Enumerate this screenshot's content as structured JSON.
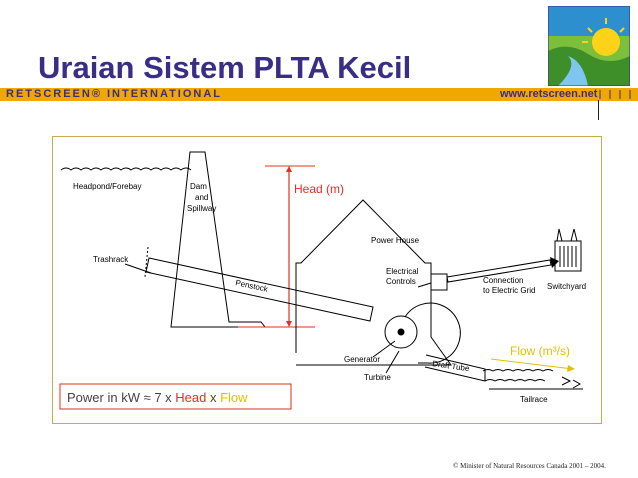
{
  "header": {
    "title": "Uraian Sistem PLTA Kecil",
    "brand": "RETSCREEN® INTERNATIONAL",
    "url": "www.retscreen.net"
  },
  "diagram": {
    "labels": {
      "headpond": "Headpond/Forebay",
      "dam": "Dam",
      "and": "and",
      "spillway": "Spillway",
      "trashrack": "Trashrack",
      "penstock": "Penstock",
      "head": "Head (m)",
      "power_house": "Power House",
      "electrical": "Electrical",
      "controls": "Controls",
      "connection": "Connection",
      "electric_grid": "to Electric Grid",
      "switchyard": "Switchyard",
      "generator": "Generator",
      "turbine": "Turbine",
      "draft_tube": "Draft Tube",
      "flow": "Flow (m³/s)",
      "tailrace": "Tailrace"
    },
    "formula": {
      "prefix": "Power in kW ≈ 7 x ",
      "head": "Head",
      "mid": " x ",
      "flow": "Flow"
    }
  },
  "colors": {
    "title": "#3a2d86",
    "band": "#f0a800",
    "accent_red": "#e0301e",
    "accent_yellow": "#e0c000"
  },
  "footer": {
    "copyright": "© Minister of Natural Resources Canada 2001 – 2004."
  }
}
